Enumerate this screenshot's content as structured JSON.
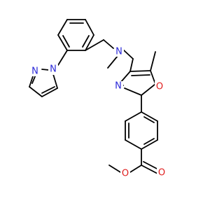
{
  "colors": {
    "carbon": "#000000",
    "nitrogen": "#2a28d8",
    "oxygen": "#e01e1e",
    "background": "#ffffff"
  },
  "atoms": [
    {
      "id": "N_amine",
      "label": "N",
      "element": "nitrogen"
    },
    {
      "id": "N_oxazole",
      "label": "N",
      "element": "nitrogen"
    },
    {
      "id": "O_oxazole",
      "label": "O",
      "element": "oxygen"
    },
    {
      "id": "N_pyrazole_1",
      "label": "N",
      "element": "nitrogen"
    },
    {
      "id": "N_pyrazole_2",
      "label": "N",
      "element": "nitrogen"
    },
    {
      "id": "O_ester_carbonyl",
      "label": "O",
      "element": "oxygen"
    },
    {
      "id": "O_ester_ether",
      "label": "O",
      "element": "oxygen"
    }
  ]
}
